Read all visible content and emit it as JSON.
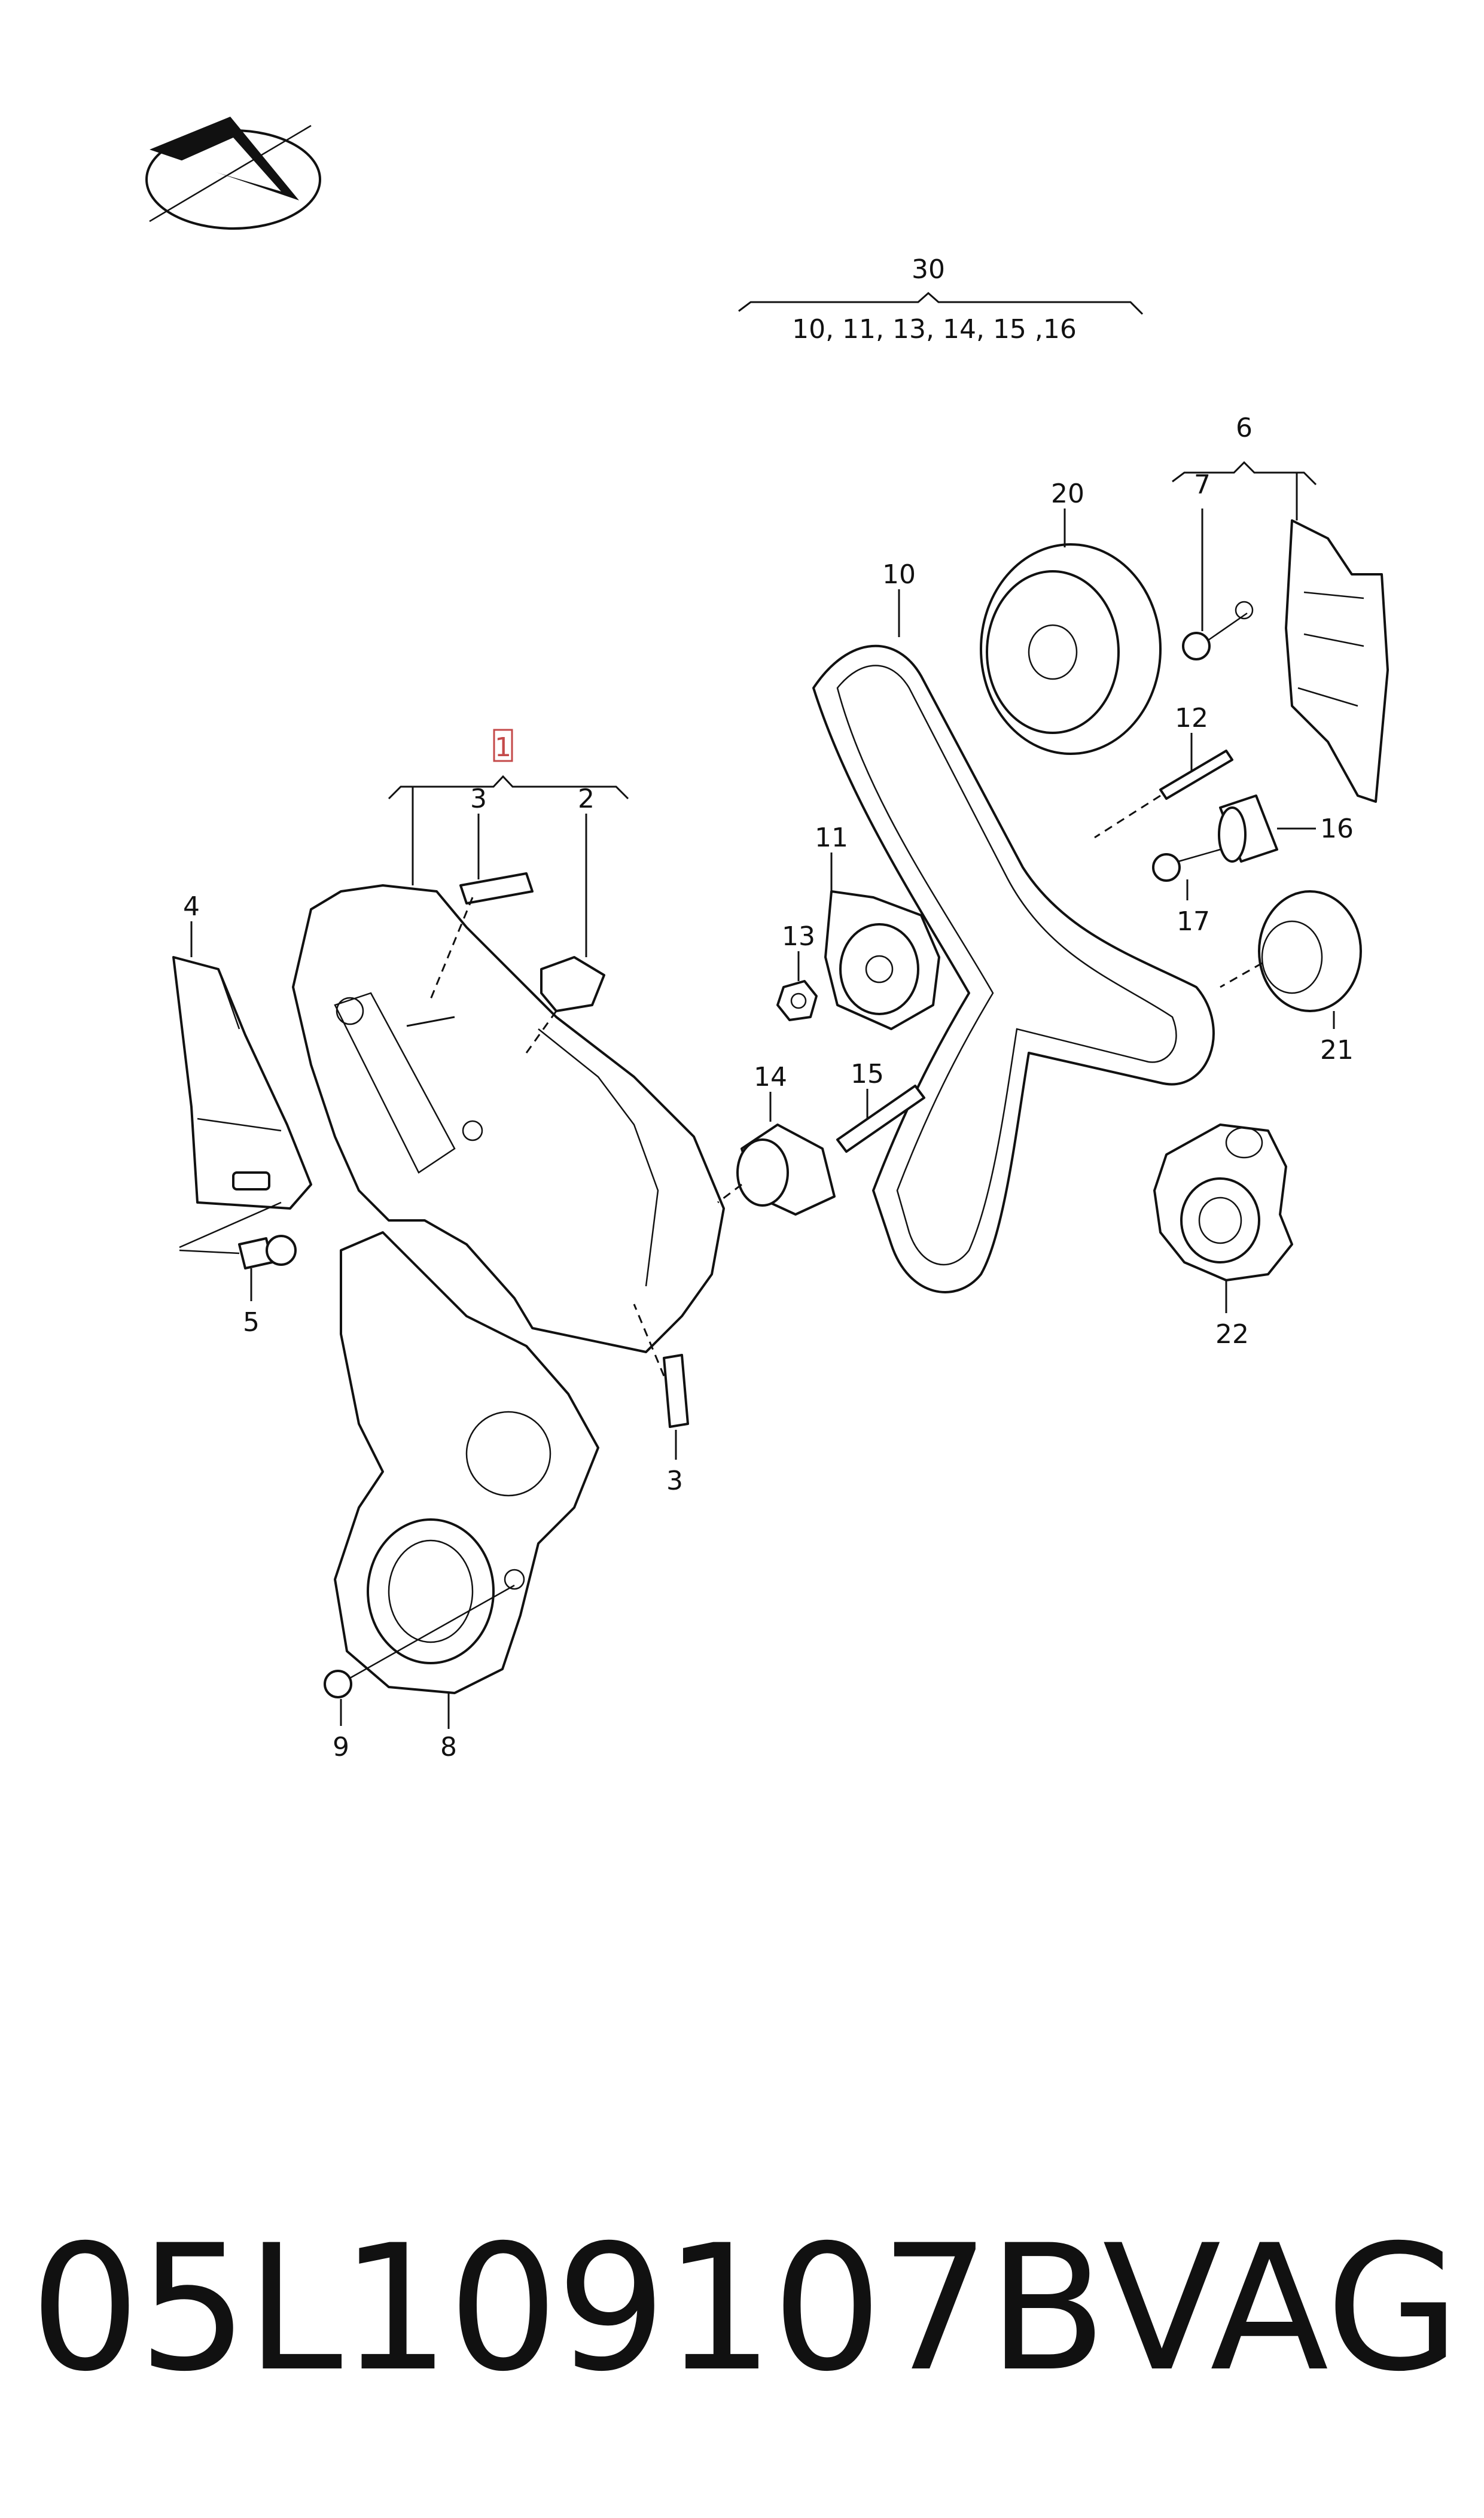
{
  "diagram": {
    "group_label": "30",
    "group_members": "10, 11, 13, 14, 15 ,16",
    "callouts": {
      "c1": "1",
      "c2": "2",
      "c3a": "3",
      "c3b": "3",
      "c4": "4",
      "c5": "5",
      "c6": "6",
      "c7": "7",
      "c8": "8",
      "c9": "9",
      "c10": "10",
      "c11": "11",
      "c12": "12",
      "c13": "13",
      "c14": "14",
      "c15": "15",
      "c16": "16",
      "c17": "17",
      "c20": "20",
      "c21": "21",
      "c22": "22"
    },
    "highlight_color": "#c44a4a"
  },
  "footer": {
    "part_number": "05L109107B",
    "manufacturer": "VAG"
  }
}
